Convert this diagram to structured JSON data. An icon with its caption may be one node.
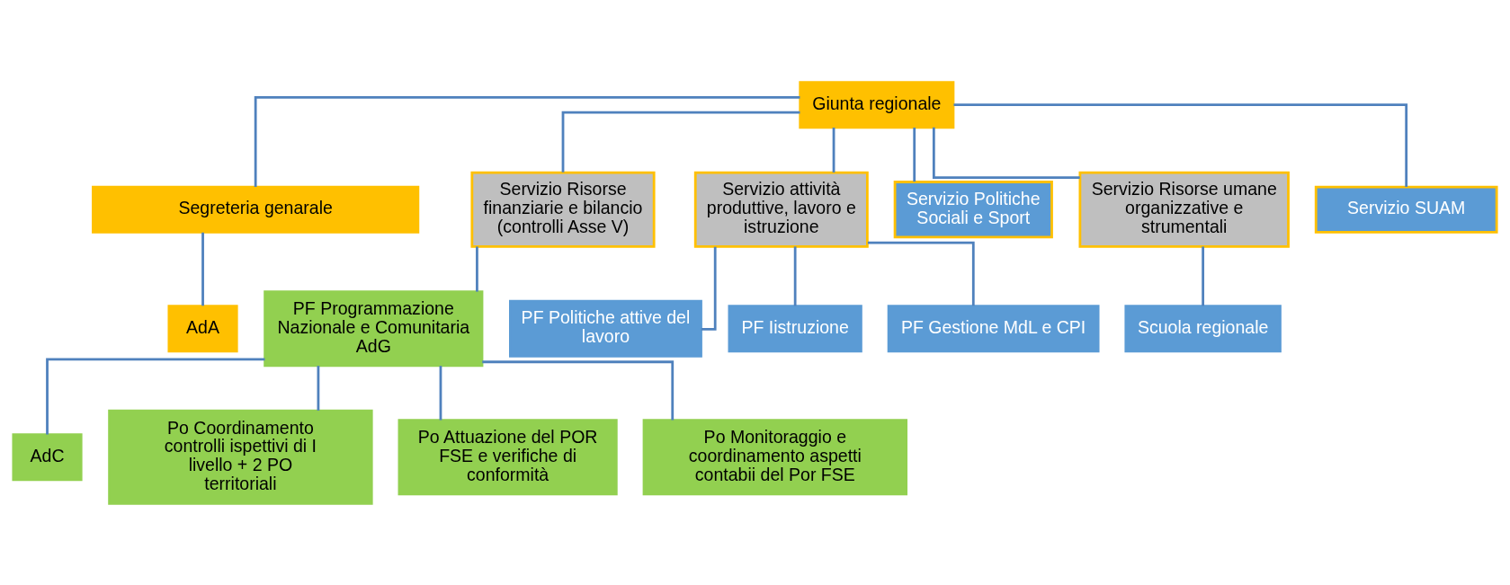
{
  "diagram": {
    "nodes": [
      {
        "text": [
          "Giunta regionale"
        ]
      },
      {
        "text": [
          "Segreteria genarale"
        ]
      },
      {
        "text": [
          "AdA"
        ]
      },
      {
        "text": [
          "Servizio Risorse finanziarie e bilancio",
          "(controlli Asse V)"
        ]
      },
      {
        "text": [
          "Servizio attività produttive, lavoro e istruzione"
        ]
      },
      {
        "text": [
          "Servizio Politiche Sociali e Sport"
        ]
      },
      {
        "text": [
          "Servizio Risorse umane organizzative e strumentali"
        ]
      },
      {
        "text": [
          "Servizio SUAM"
        ]
      },
      {
        "text": [
          "PF Programmazione Nazionale e Comunitaria AdG"
        ]
      },
      {
        "text": [
          "PF Politiche attive del lavoro"
        ]
      },
      {
        "text": [
          "PF Iistruzione"
        ]
      },
      {
        "text": [
          "PF Gestione MdL e CPI"
        ]
      },
      {
        "text": [
          "Scuola regionale"
        ]
      },
      {
        "text": [
          "AdC"
        ]
      },
      {
        "text": [
          "Po Coordinamento controlli ispettivi di I livello + 2 PO territoriali"
        ]
      },
      {
        "text": [
          "Po Attuazione del POR FSE e verifiche di conformità"
        ]
      },
      {
        "text": [
          "Po Monitoraggio e coordinamento aspetti contabii del Por FSE"
        ]
      }
    ],
    "edges": [
      {
        "from": 0,
        "to": 1,
        "arrow": "none"
      },
      {
        "from": 1,
        "to": 2,
        "arrow": "none"
      },
      {
        "from": 0,
        "to": 3,
        "arrow": "none"
      },
      {
        "from": 0,
        "to": 4,
        "arrow": "none"
      },
      {
        "from": 0,
        "to": 5,
        "arrow": "none"
      },
      {
        "from": 0,
        "to": 6,
        "arrow": "none"
      },
      {
        "from": 0,
        "to": 7,
        "arrow": "none"
      },
      {
        "from": 3,
        "to": 8,
        "arrow": "none"
      },
      {
        "from": 4,
        "to": 9,
        "arrow": "none"
      },
      {
        "from": 4,
        "to": 10,
        "arrow": "none"
      },
      {
        "from": 4,
        "to": 11,
        "arrow": "none"
      },
      {
        "from": 6,
        "to": 12,
        "arrow": "none"
      },
      {
        "from": 8,
        "to": 13,
        "arrow": "none"
      },
      {
        "from": 8,
        "to": 14,
        "arrow": "none"
      },
      {
        "from": 8,
        "to": 15,
        "arrow": "none"
      },
      {
        "from": 8,
        "to": 16,
        "arrow": "none"
      }
    ]
  }
}
